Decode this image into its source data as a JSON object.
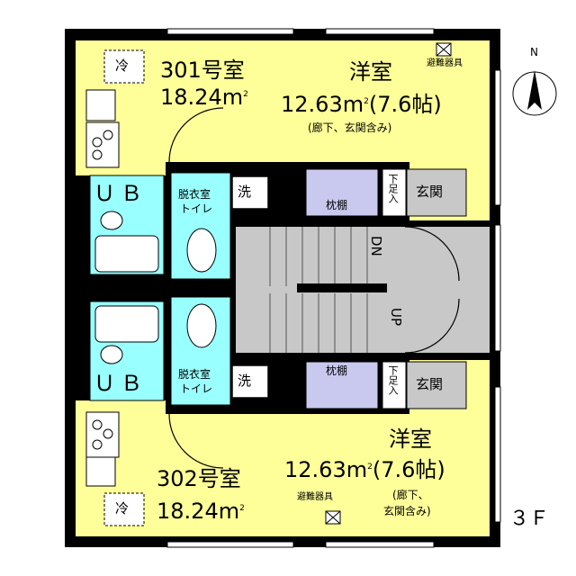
{
  "floor_label": "３Ｆ",
  "compass": {
    "label": "N"
  },
  "units": [
    {
      "id": "301",
      "room_no": "301号室",
      "total_area": "18.24",
      "area_unit": "m",
      "area_sup": "2",
      "room_type": "洋室",
      "room_area": "12.63",
      "room_area_tail": "(7.6帖)",
      "room_note": "(廊下、玄関含み)",
      "fridge": "冷",
      "evac": "避難器具",
      "bath": "ＵＢ",
      "dressing": "脱衣室",
      "toilet": "トイレ",
      "washer": "洗",
      "shelf": "枕棚",
      "shoe_box": "下足入",
      "entrance": "玄関"
    },
    {
      "id": "302",
      "room_no": "302号室",
      "total_area": "18.24",
      "area_unit": "m",
      "area_sup": "2",
      "room_type": "洋室",
      "room_area": "12.63",
      "room_area_tail": "(7.6帖)",
      "room_note_1": "(廊下、",
      "room_note_2": "玄関含み)",
      "fridge": "冷",
      "evac": "避難器具",
      "bath": "ＵＢ",
      "dressing": "脱衣室",
      "toilet": "トイレ",
      "washer": "洗",
      "shelf": "枕棚",
      "shoe_box": "下足入",
      "entrance": "玄関"
    }
  ],
  "stairs": {
    "down": "DN",
    "up": "UP"
  },
  "colors": {
    "room": "#ffff99",
    "wet": "#99ffff",
    "stair": "#c8c8c8",
    "closet": "#c9c9f0",
    "entrance": "#c8c8c8",
    "wall": "#000000"
  }
}
